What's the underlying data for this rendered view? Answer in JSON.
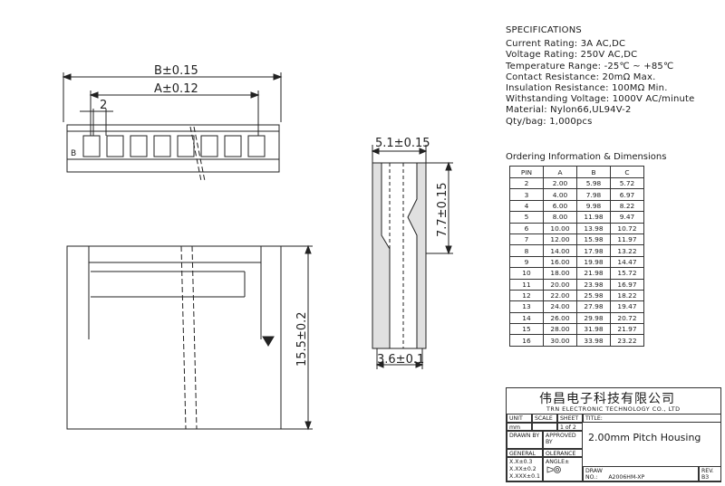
{
  "dimensions": {
    "overall_width": "B±0.15",
    "pitch_width": "A±0.12",
    "pitch": "2",
    "side_label": "B",
    "housing_width": "5.1±0.15",
    "side_height": "7.7±0.15",
    "bottom_width": "3.6±0.1",
    "front_height": "15.5±0.2"
  },
  "specifications": {
    "heading": "SPECIFICATIONS",
    "lines": [
      "Current Rating: 3A AC,DC",
      "Voltage Rating: 250V AC,DC",
      "Temperature Range: -25℃ ~ +85℃",
      "Contact Resistance: 20mΩ Max.",
      "Insulation Resistance: 100MΩ Min.",
      "Withstanding Voltage: 1000V AC/minute",
      "Material: Nylon66,UL94V-2",
      "Qty/bag: 1,000pcs"
    ]
  },
  "ordering": {
    "title": "Ordering Information & Dimensions",
    "headers": [
      "PIN",
      "A",
      "B",
      "C"
    ],
    "rows": [
      [
        "2",
        "2.00",
        "5.98",
        "5.72"
      ],
      [
        "3",
        "4.00",
        "7.98",
        "6.97"
      ],
      [
        "4",
        "6.00",
        "9.98",
        "8.22"
      ],
      [
        "5",
        "8.00",
        "11.98",
        "9.47"
      ],
      [
        "6",
        "10.00",
        "13.98",
        "10.72"
      ],
      [
        "7",
        "12.00",
        "15.98",
        "11.97"
      ],
      [
        "8",
        "14.00",
        "17.98",
        "13.22"
      ],
      [
        "9",
        "16.00",
        "19.98",
        "14.47"
      ],
      [
        "10",
        "18.00",
        "21.98",
        "15.72"
      ],
      [
        "11",
        "20.00",
        "23.98",
        "16.97"
      ],
      [
        "12",
        "22.00",
        "25.98",
        "18.22"
      ],
      [
        "13",
        "24.00",
        "27.98",
        "19.47"
      ],
      [
        "14",
        "26.00",
        "29.98",
        "20.72"
      ],
      [
        "15",
        "28.00",
        "31.98",
        "21.97"
      ],
      [
        "16",
        "30.00",
        "33.98",
        "23.22"
      ]
    ]
  },
  "title_block": {
    "company_cn": "伟昌电子科技有限公司",
    "company_en": "TRN ELECTRONIC TECHNOLOGY CO., LTD",
    "unit_label": "UNIT",
    "scale_label": "SCALE",
    "sheet_label": "SHEET",
    "unit_value": "mm",
    "sheet_value": "1 of 2",
    "title_label": "TITLE:",
    "drawn_by_label": "DRAWN BY",
    "approved_by_label": "APPROVED BY",
    "general_label": "GENERAL",
    "tolerance_label": "OLERANCE",
    "tol_1": "X.X±0.3",
    "tol_2": "X.XX±0.2",
    "tol_3": "X.XXX±0.1",
    "angle_label": "ANGLE±",
    "title": "2.00mm Pitch Housing",
    "draw_label": "DRAW",
    "no_label": "NO.:",
    "drawing_no": "A2006HM-XP",
    "rev_label": "REV.",
    "rev_value": "B3"
  }
}
